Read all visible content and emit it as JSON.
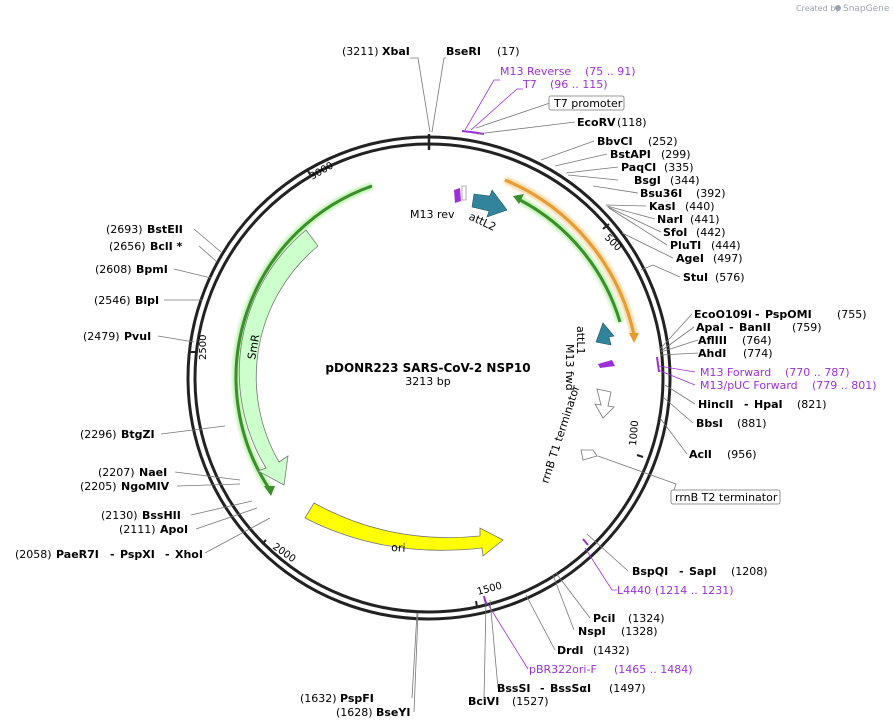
{
  "credit": {
    "prefix": "Created by",
    "brand": "SnapGene"
  },
  "map": {
    "title": "pDONR223 SARS-CoV-2 NSP10",
    "length_label": "3213 bp"
  },
  "ticks": [
    "500",
    "1000",
    "1500",
    "2000",
    "2500",
    "3000"
  ],
  "enzymes": [
    {
      "id": "xbai",
      "name": "XbaI",
      "pos": "(3211)"
    },
    {
      "id": "beseri",
      "name": "BseRI",
      "pos": "(17)"
    },
    {
      "id": "ecorv",
      "name": "EcoRV",
      "pos": "(118)"
    },
    {
      "id": "bbvci",
      "name": "BbvCI",
      "pos": "(252)"
    },
    {
      "id": "bstapi",
      "name": "BstAPI",
      "pos": "(299)"
    },
    {
      "id": "paqci",
      "name": "PaqCI",
      "pos": "(335)"
    },
    {
      "id": "bsgi",
      "name": "BsgI",
      "pos": "(344)"
    },
    {
      "id": "bsu36i",
      "name": "Bsu36I",
      "pos": "(392)"
    },
    {
      "id": "kasi",
      "name": "KasI",
      "pos": "(440)"
    },
    {
      "id": "nari",
      "name": "NarI",
      "pos": "(441)"
    },
    {
      "id": "sfoi",
      "name": "SfoI",
      "pos": "(442)"
    },
    {
      "id": "pluti",
      "name": "PluTI",
      "pos": "(444)"
    },
    {
      "id": "agei",
      "name": "AgeI",
      "pos": "(497)"
    },
    {
      "id": "stui",
      "name": "StuI",
      "pos": "(576)"
    },
    {
      "id": "ecoo109i",
      "name": "EcoO109I",
      "name2": "PspOMI",
      "pos": "(755)"
    },
    {
      "id": "apai",
      "name": "ApaI",
      "name2": "BanII",
      "pos": "(759)"
    },
    {
      "id": "aflii",
      "name": "AflIII",
      "pos": "(764)"
    },
    {
      "id": "ahdi",
      "name": "AhdI",
      "pos": "(774)"
    },
    {
      "id": "hincii",
      "name": "HincII",
      "name2": "HpaI",
      "pos": "(821)"
    },
    {
      "id": "bbsi",
      "name": "BbsI",
      "pos": "(881)"
    },
    {
      "id": "acli",
      "name": "AclI",
      "pos": "(956)"
    },
    {
      "id": "bspqi",
      "name": "BspQI",
      "name2": "SapI",
      "pos": "(1208)"
    },
    {
      "id": "pcii",
      "name": "PciI",
      "pos": "(1324)"
    },
    {
      "id": "nspi",
      "name": "NspI",
      "pos": "(1328)"
    },
    {
      "id": "drdi",
      "name": "DrdI",
      "pos": "(1432)"
    },
    {
      "id": "bsssi",
      "name": "BssSI",
      "name2": "BssSαI",
      "pos": "(1497)"
    },
    {
      "id": "bcivi",
      "name": "BciVI",
      "pos": "(1527)"
    },
    {
      "id": "pspfi",
      "name": "PspFI",
      "pos": "(1632)"
    },
    {
      "id": "bseyi",
      "name": "BseYI",
      "pos": "(1628)"
    },
    {
      "id": "paer7i",
      "name": "PaeR7I",
      "name2": "PspXI",
      "name3": "XhoI",
      "pos": "(2058)"
    },
    {
      "id": "apoi",
      "name": "ApoI",
      "pos": "(2111)"
    },
    {
      "id": "bsshii",
      "name": "BssHII",
      "pos": "(2130)"
    },
    {
      "id": "ngomiv",
      "name": "NgoMIV",
      "pos": "(2205)"
    },
    {
      "id": "naei",
      "name": "NaeI",
      "pos": "(2207)"
    },
    {
      "id": "btgzi",
      "name": "BtgZI",
      "pos": "(2296)"
    },
    {
      "id": "pvui",
      "name": "PvuI",
      "pos": "(2479)"
    },
    {
      "id": "blpi",
      "name": "BlpI",
      "pos": "(2546)"
    },
    {
      "id": "bpmi",
      "name": "BpmI",
      "pos": "(2608)"
    },
    {
      "id": "bcli",
      "name": "BclI *",
      "pos": "(2656)"
    },
    {
      "id": "bsteii",
      "name": "BstEII",
      "pos": "(2693)"
    }
  ],
  "primers": [
    {
      "id": "m13rev",
      "name": "M13 Reverse",
      "pos": "(75 .. 91)"
    },
    {
      "id": "t7",
      "name": "T7",
      "pos": "(96 .. 115)"
    },
    {
      "id": "m13fwd",
      "name": "M13 Forward",
      "pos": "(770 .. 787)"
    },
    {
      "id": "m13puc",
      "name": "M13/pUC Forward",
      "pos": "(779 .. 801)"
    },
    {
      "id": "l4440",
      "name": "L4440",
      "pos": "(1214 .. 1231)"
    },
    {
      "id": "pbr322",
      "name": "pBR322ori-F",
      "pos": "(1465 .. 1484)"
    }
  ],
  "boxed_features": [
    {
      "id": "t7prom",
      "label": "T7 promoter"
    },
    {
      "id": "rrnbt2",
      "label": "rrnB T2 terminator"
    }
  ],
  "features": {
    "m13rev": "M13 rev",
    "attl2": "attL2",
    "attl1": "attL1",
    "m13fwd": "M13 fwd",
    "rrnbt1": "rrnB T1 terminator",
    "smr": "SmR",
    "ori": "ori"
  },
  "colors": {
    "smr_fill": "#ccffcc",
    "ori_fill": "#ffff00",
    "att_fill": "#31849b",
    "orange_arc": "#e89b2f",
    "green_arc": "#3a8f2a",
    "primer": "#9b30d9"
  }
}
